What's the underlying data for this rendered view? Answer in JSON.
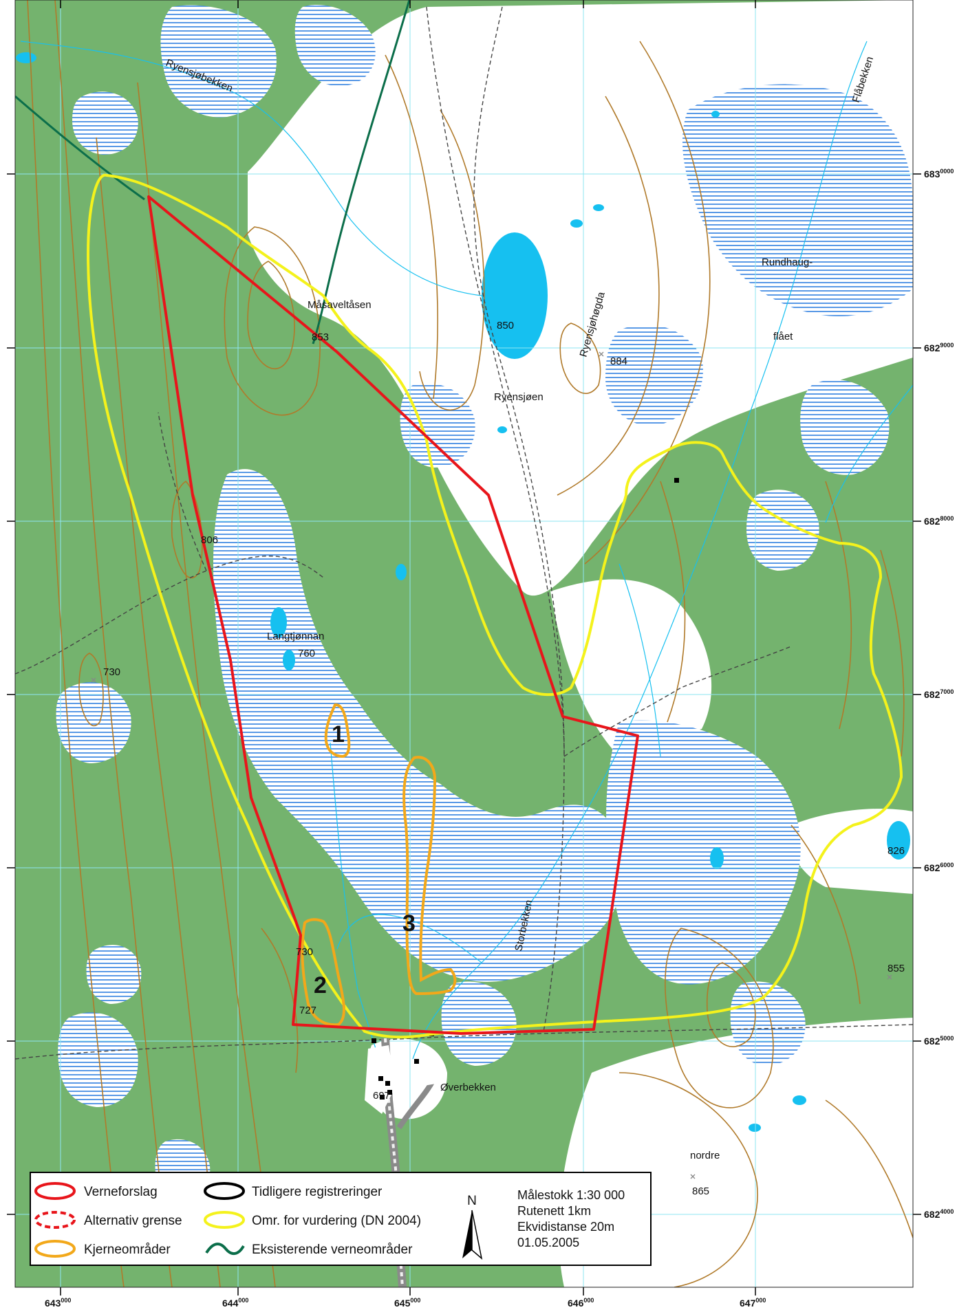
{
  "colors": {
    "forest": "#74b36e",
    "bog": "#2f7fe0",
    "water": "#16c0f0",
    "contour": "#b07a2a",
    "grid": "#8ee6f2",
    "proposal": "#e8151b",
    "assessment": "#f4f21c",
    "core": "#f2a81a",
    "existing": "#0b6e4a",
    "road": "#8a8a8a"
  },
  "places": [
    {
      "id": "ryensjobekken",
      "text": "Ryensjøbekken"
    },
    {
      "id": "flabekken",
      "text": "Flåbekken"
    },
    {
      "id": "masaveltasen",
      "text": "Måsaveltåsen"
    },
    {
      "id": "ryensjohogda",
      "text": "Ryensjøhøgda"
    },
    {
      "id": "ryensjoen",
      "text": "Ryensjøen"
    },
    {
      "id": "rundhaug",
      "text": "Rundhaug-"
    },
    {
      "id": "flaet",
      "text": "flået"
    },
    {
      "id": "langtjonnan",
      "text": "Langtjønnan"
    },
    {
      "id": "storbekken",
      "text": "Storbekken"
    },
    {
      "id": "overbekken",
      "text": "Øverbekken"
    },
    {
      "id": "nordre",
      "text": "nordre"
    }
  ],
  "elevations": [
    "853",
    "850",
    "884",
    "806",
    "760",
    "730",
    "730",
    "727",
    "697",
    "826",
    "855",
    "865"
  ],
  "core_areas": [
    "1",
    "2",
    "3"
  ],
  "axis": {
    "x": [
      {
        "main": "643",
        "sup": "000"
      },
      {
        "main": "644",
        "sup": "000"
      },
      {
        "main": "645",
        "sup": "000"
      },
      {
        "main": "646",
        "sup": "000"
      },
      {
        "main": "647",
        "sup": "000"
      }
    ],
    "y": [
      {
        "main": "683",
        "sup": "0000"
      },
      {
        "main": "682",
        "sup": "9000"
      },
      {
        "main": "682",
        "sup": "8000"
      },
      {
        "main": "682",
        "sup": "7000"
      },
      {
        "main": "682",
        "sup": "6000"
      },
      {
        "main": "682",
        "sup": "5000"
      },
      {
        "main": "682",
        "sup": "4000"
      }
    ]
  },
  "legend": {
    "items": [
      {
        "label": "Verneforslag",
        "symbol": "red-solid-ring"
      },
      {
        "label": "Alternativ grense",
        "symbol": "red-dashed-ring"
      },
      {
        "label": "Kjerneområder",
        "symbol": "orange-ring"
      },
      {
        "label": "Tidligere registreringer",
        "symbol": "black-ring"
      },
      {
        "label": "Omr. for vurdering (DN 2004)",
        "symbol": "yellow-ring"
      },
      {
        "label": "Eksisterende verneområder",
        "symbol": "green-wave"
      }
    ],
    "north": "N",
    "info": [
      "Målestokk 1:30 000",
      "Rutenett 1km",
      "Ekvidistanse 20m",
      "01.05.2005"
    ]
  }
}
